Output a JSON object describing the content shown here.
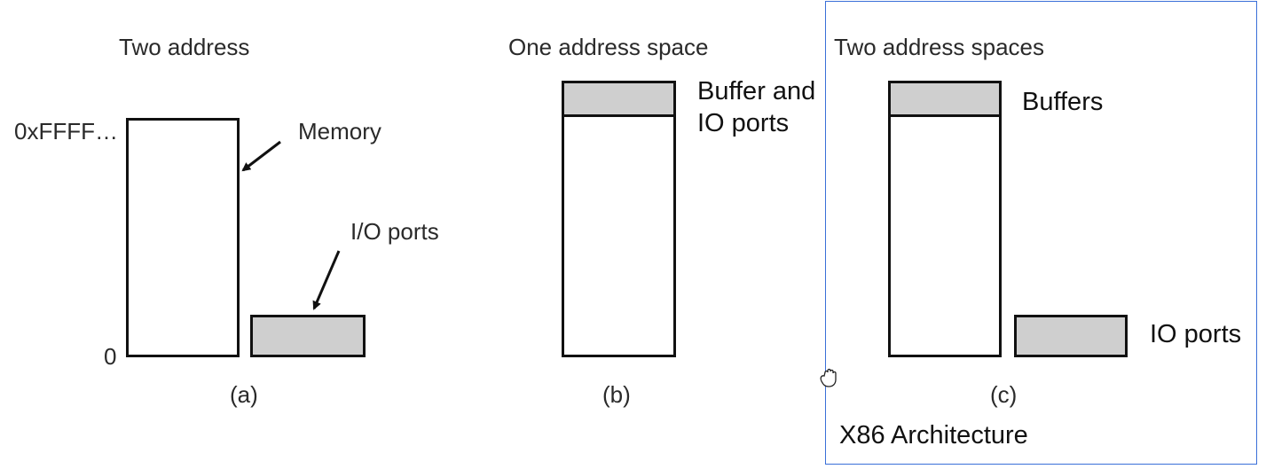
{
  "panel_a": {
    "title": "Two address",
    "addr_top": "0xFFFF…",
    "addr_bottom": "0",
    "memory_label": "Memory",
    "io_label": "I/O ports",
    "caption": "(a)"
  },
  "panel_b": {
    "title": "One address space",
    "buffer_label_line1": "Buffer and",
    "buffer_label_line2": "IO ports",
    "caption": "(b)"
  },
  "panel_c": {
    "title": "Two address spaces",
    "buffers_label": "Buffers",
    "io_label": "IO ports",
    "caption": "(c)",
    "note": "X86 Architecture"
  },
  "colors": {
    "frame": "#3a6fd8",
    "shade": "#cfcfcf",
    "outline": "#111111"
  }
}
